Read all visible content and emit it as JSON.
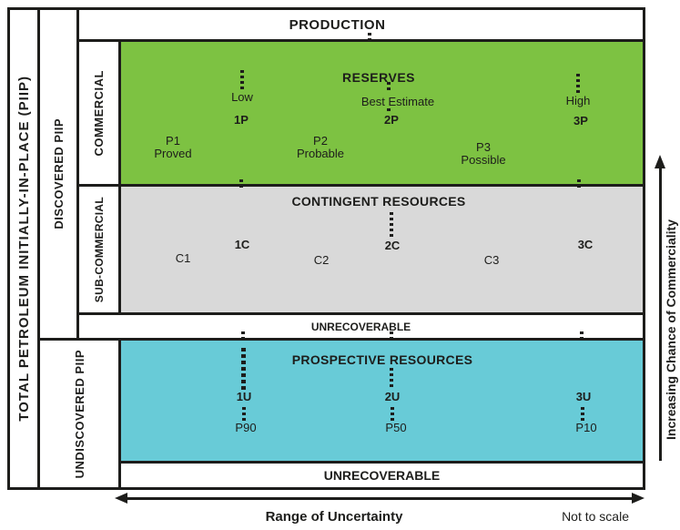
{
  "diagram": {
    "left_axis": {
      "total_label": "TOTAL PETROLEUM INITIALLY-IN-PLACE (PIIP)",
      "discovered_label": "DISCOVERED PIIP",
      "undiscovered_label": "UNDISCOVERED PIIP",
      "commercial_label": "COMMERCIAL",
      "subcommercial_label": "SUB-COMMERCIAL"
    },
    "production": {
      "label": "PRODUCTION"
    },
    "reserves": {
      "title": "RESERVES",
      "estimates": [
        {
          "label": "Low",
          "class": "1P"
        },
        {
          "label": "Best Estimate",
          "class": "2P"
        },
        {
          "label": "High",
          "class": "3P"
        }
      ],
      "categories": [
        {
          "code": "P1",
          "name": "Proved"
        },
        {
          "code": "P2",
          "name": "Probable"
        },
        {
          "code": "P3",
          "name": "Possible"
        }
      ]
    },
    "contingent": {
      "title": "CONTINGENT RESOURCES",
      "classes": [
        "1C",
        "2C",
        "3C"
      ],
      "categories": [
        "C1",
        "C2",
        "C3"
      ]
    },
    "unrecoverable_upper": "UNRECOVERABLE",
    "prospective": {
      "title": "PROSPECTIVE RESOURCES",
      "classes": [
        "1U",
        "2U",
        "3U"
      ],
      "percentiles": [
        "P90",
        "P50",
        "P10"
      ]
    },
    "unrecoverable_lower": "UNRECOVERABLE",
    "x_axis": {
      "label": "Range of Uncertainty",
      "note": "Not to scale"
    },
    "y_axis": {
      "label": "Increasing Chance of Commerciality"
    }
  },
  "colors": {
    "reserves_green": "#7dc242",
    "contingent_grey": "#d9d9d9",
    "prospective_blue": "#68cbd7",
    "line": "#1d1d1b"
  }
}
